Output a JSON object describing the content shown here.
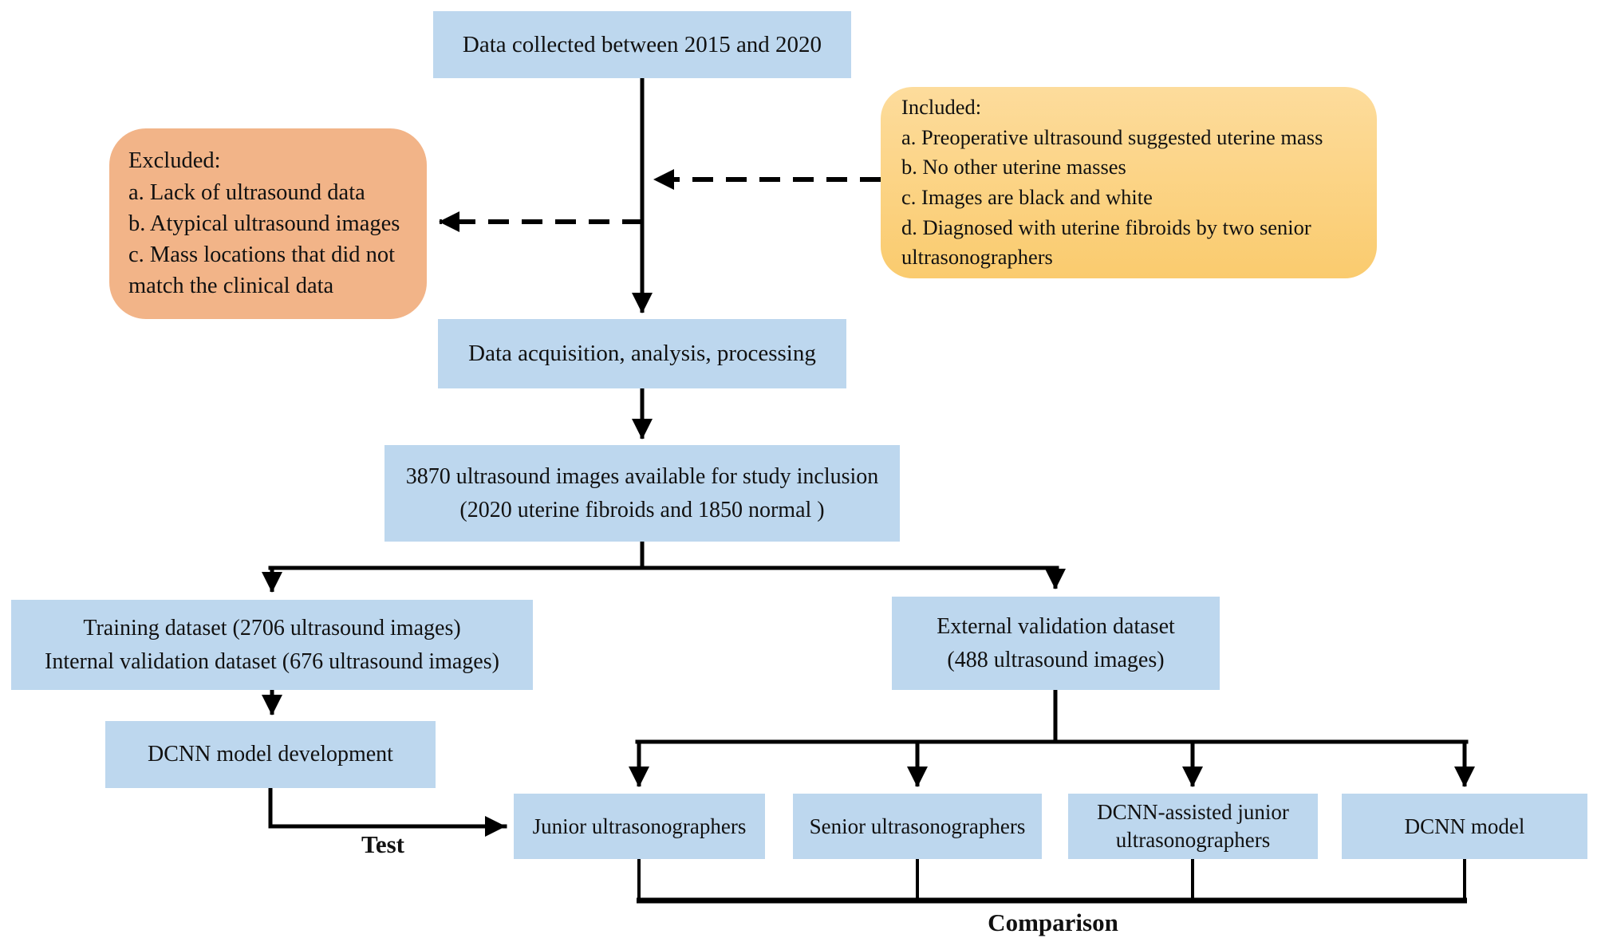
{
  "colors": {
    "box_blue": "#BDD7EE",
    "box_salmon": "#F2B488",
    "gold_top": "#FDDC9C",
    "gold_bottom": "#FACB6E",
    "line": "#000000"
  },
  "nodes": {
    "collected": {
      "label": "Data collected between 2015 and 2020"
    },
    "excluded": {
      "title": "Excluded:",
      "items": [
        "a. Lack of ultrasound data",
        "b. Atypical ultrasound images",
        "c. Mass locations that did not match the clinical data"
      ]
    },
    "included": {
      "title": "Included:",
      "items": [
        "a. Preoperative ultrasound suggested uterine mass",
        "b. No other uterine masses",
        "c. Images are black and white",
        "d. Diagnosed with uterine fibroids by two senior ultrasonographers"
      ]
    },
    "acquisition": {
      "label": "Data acquisition, analysis, processing"
    },
    "available": {
      "line1": "3870 ultrasound images available for study inclusion",
      "line2": "(2020 uterine fibroids and 1850 normal )"
    },
    "training": {
      "line1": "Training dataset (2706 ultrasound images)",
      "line2": "Internal validation dataset (676 ultrasound images)"
    },
    "external": {
      "line1": "External validation dataset",
      "line2": "(488 ultrasound images)"
    },
    "dcnn_dev": {
      "label": "DCNN model development"
    },
    "junior": {
      "label": "Junior ultrasonographers"
    },
    "senior": {
      "label": "Senior ultrasonographers"
    },
    "assisted": {
      "line1": "DCNN-assisted junior",
      "line2": "ultrasonographers"
    },
    "dcnn_model": {
      "label": "DCNN model"
    }
  },
  "edge_labels": {
    "test": "Test",
    "comparison": "Comparison"
  }
}
